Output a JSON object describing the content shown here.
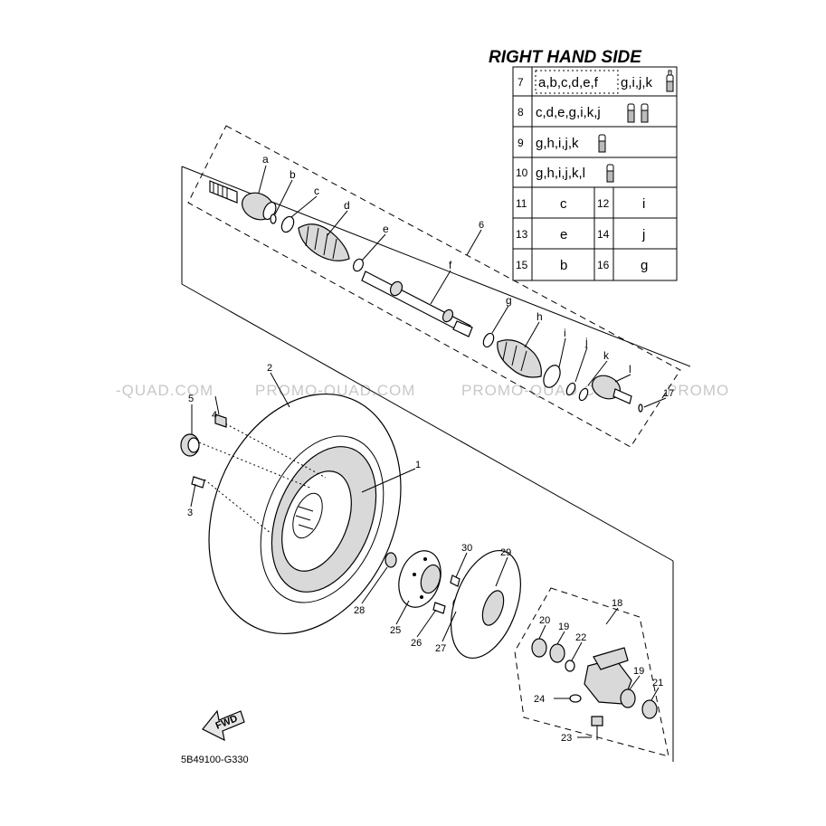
{
  "table": {
    "title": "RIGHT HAND SIDE",
    "rows": [
      {
        "num": "7",
        "text": "a,b,c,d,e,f",
        "text2": "g,i,j,k"
      },
      {
        "num": "8",
        "text": "c,d,e,g,i,k,j"
      },
      {
        "num": "9",
        "text": "g,h,i,j,k"
      },
      {
        "num": "10",
        "text": "g,h,i,j,k,l"
      }
    ],
    "pairs": [
      {
        "n1": "11",
        "v1": "c",
        "n2": "12",
        "v2": "i"
      },
      {
        "n1": "13",
        "v1": "e",
        "n2": "14",
        "v2": "j"
      },
      {
        "n1": "15",
        "v1": "b",
        "n2": "16",
        "v2": "g"
      }
    ]
  },
  "letters": {
    "a": "a",
    "b": "b",
    "c": "c",
    "d": "d",
    "e": "e",
    "f": "f",
    "g": "g",
    "h": "h",
    "i": "i",
    "j": "j",
    "k": "k",
    "l": "l"
  },
  "callouts": {
    "n1": "1",
    "n2": "2",
    "n3": "3",
    "n4": "4",
    "n5": "5",
    "n6": "6",
    "n17": "17",
    "n18": "18",
    "n19a": "19",
    "n19b": "19",
    "n20": "20",
    "n21": "21",
    "n22": "22",
    "n23": "23",
    "n24": "24",
    "n25": "25",
    "n26": "26",
    "n27": "27",
    "n28": "28",
    "n29": "29",
    "n30": "30"
  },
  "watermark": [
    "-QUAD.COM",
    "PROMO-QUAD.COM",
    "PROMO-QUAD.COM",
    "PROMO"
  ],
  "fwd_label": "FWD",
  "diagram_code": "5B49100-G330"
}
